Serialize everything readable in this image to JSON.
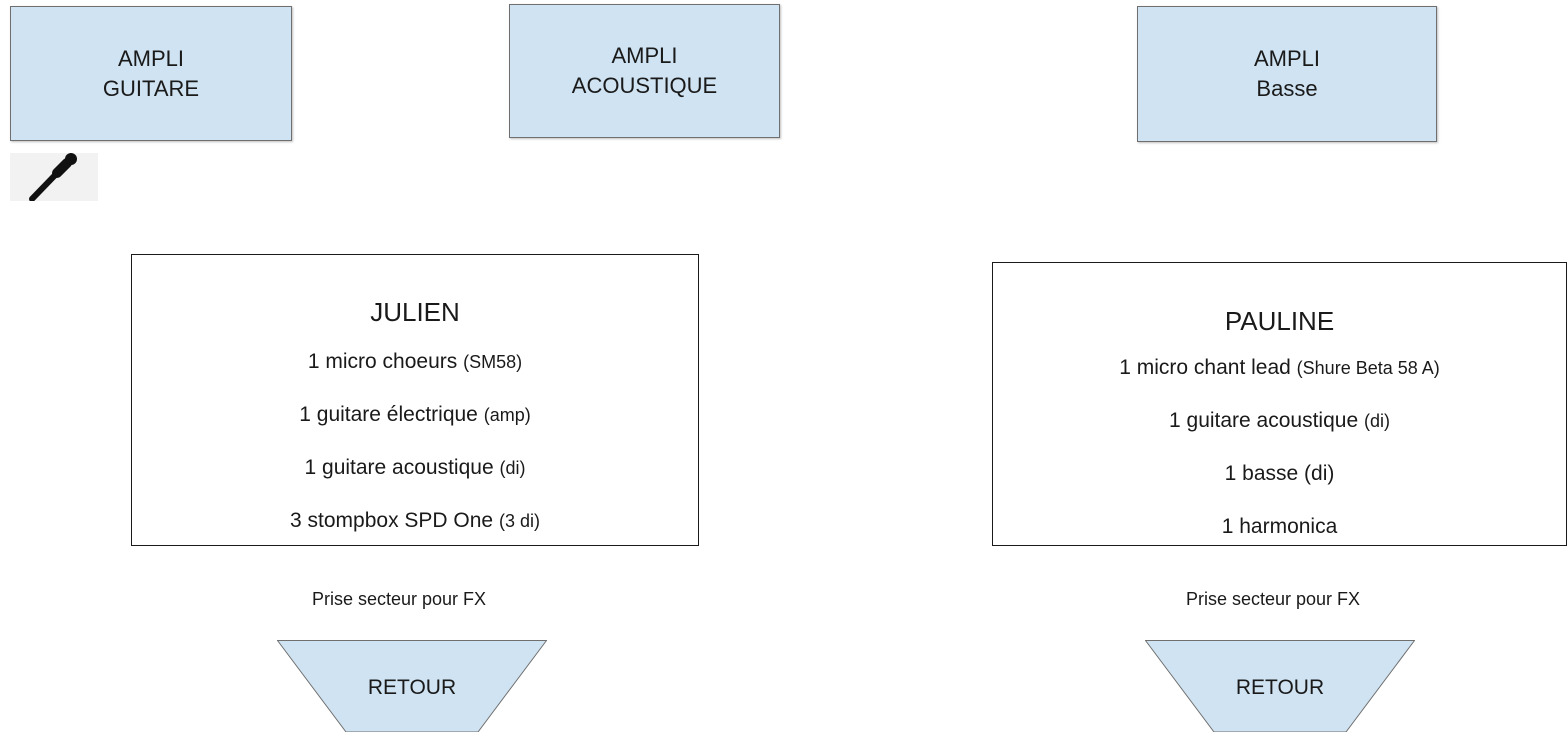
{
  "colors": {
    "amp_fill": "#cfe3f2",
    "retour_fill": "#cfe3f2",
    "stroke": "#6f6f6f",
    "text": "#1a1a1a"
  },
  "amps": [
    {
      "line1": "AMPLI",
      "line2": "GUITARE"
    },
    {
      "line1": "AMPLI",
      "line2": "ACOUSTIQUE"
    },
    {
      "line1": "AMPLI",
      "line2": "Basse"
    }
  ],
  "icons": {
    "mic": "microphone-icon"
  },
  "musicians": {
    "julien": {
      "name": "JULIEN",
      "lines": [
        {
          "main": "1 micro choeurs",
          "detail": "(SM58)"
        },
        {
          "main": "1 guitare électrique",
          "detail": "(amp)"
        },
        {
          "main": "1 guitare acoustique",
          "detail": "(di)"
        },
        {
          "main": "3 stompbox SPD One",
          "detail": "(3 di)"
        }
      ]
    },
    "pauline": {
      "name": "PAULINE",
      "lines": [
        {
          "main": "1 micro chant lead",
          "detail": "(Shure Beta 58 A)"
        },
        {
          "main": "1 guitare acoustique",
          "detail": "(di)"
        },
        {
          "main": "1 basse (di)",
          "detail": ""
        },
        {
          "main": "1 harmonica",
          "detail": ""
        }
      ]
    }
  },
  "power": {
    "left": "Prise secteur pour FX",
    "right": "Prise secteur pour FX"
  },
  "retours": [
    {
      "label": "RETOUR"
    },
    {
      "label": "RETOUR"
    }
  ]
}
